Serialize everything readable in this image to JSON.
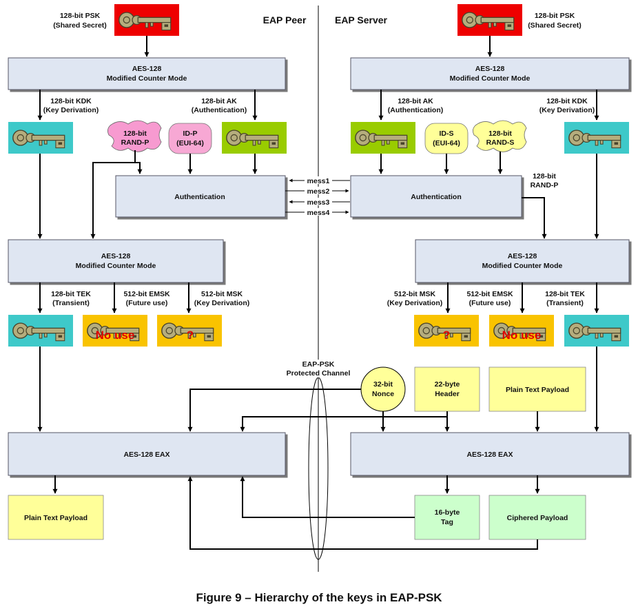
{
  "colors": {
    "block_fill": "#dfe6f2",
    "psk_tile": "#ee0000",
    "kdk_tek_tile": "#3ec9c9",
    "ak_tile": "#99cc00",
    "unused_tile": "#f9c300",
    "rand_p": "#f79ad0",
    "id_p": "#f7a8d4",
    "rand_s": "#ffff99",
    "id_s": "#ffff99",
    "payload": "#ffff99",
    "tag": "#ccffcc",
    "key": "#b5ad7d"
  },
  "titles": {
    "peer": "EAP Peer",
    "server": "EAP Server"
  },
  "peer": {
    "psk": [
      "128-bit PSK",
      "(Shared Secret)"
    ],
    "aes1": [
      "AES-128",
      "Modified Counter Mode"
    ],
    "kdk": [
      "128-bit KDK",
      "(Key Derivation)"
    ],
    "ak": [
      "128-bit AK",
      "(Authentication)"
    ],
    "rand": [
      "128-bit",
      "RAND-P"
    ],
    "id": [
      "ID-P",
      "(EUI-64)"
    ],
    "auth": "Authentication",
    "aes2": [
      "AES-128",
      "Modified Counter Mode"
    ],
    "tek": [
      "128-bit TEK",
      "(Transient)"
    ],
    "emsk": [
      "512-bit EMSK",
      "(Future use)"
    ],
    "msk": [
      "512-bit MSK",
      "(Key Derivation)"
    ],
    "no_use": "No use",
    "question": "?",
    "eax": "AES-128  EAX",
    "plain": "Plain Text Payload"
  },
  "server": {
    "psk": [
      "128-bit PSK",
      "(Shared Secret)"
    ],
    "aes1": [
      "AES-128",
      "Modified Counter Mode"
    ],
    "ak": [
      "128-bit AK",
      "(Authentication)"
    ],
    "kdk": [
      "128-bit KDK",
      "(Key Derivation)"
    ],
    "id": [
      "ID-S",
      "(EUI-64)"
    ],
    "rand": [
      "128-bit",
      "RAND-S"
    ],
    "rand_p_in": [
      "128-bit",
      "RAND-P"
    ],
    "auth": "Authentication",
    "aes2": [
      "AES-128",
      "Modified Counter Mode"
    ],
    "msk": [
      "512-bit MSK",
      "(Key Derivation)"
    ],
    "emsk": [
      "512-bit EMSK",
      "(Future use)"
    ],
    "tek": [
      "128-bit TEK",
      "(Transient)"
    ],
    "no_use": "No use",
    "question": "?",
    "nonce": [
      "32-bit",
      "Nonce"
    ],
    "header": [
      "22-byte",
      "Header"
    ],
    "plain": "Plain Text Payload",
    "eax": "AES-128  EAX",
    "tag": [
      "16-byte",
      "Tag"
    ],
    "ciphered": "Ciphered Payload"
  },
  "messages": [
    "mess1",
    "mess2",
    "mess3",
    "mess4"
  ],
  "channel": [
    "EAP-PSK",
    "Protected Channel"
  ],
  "caption": "Figure 9 – Hierarchy of the keys in EAP-PSK"
}
